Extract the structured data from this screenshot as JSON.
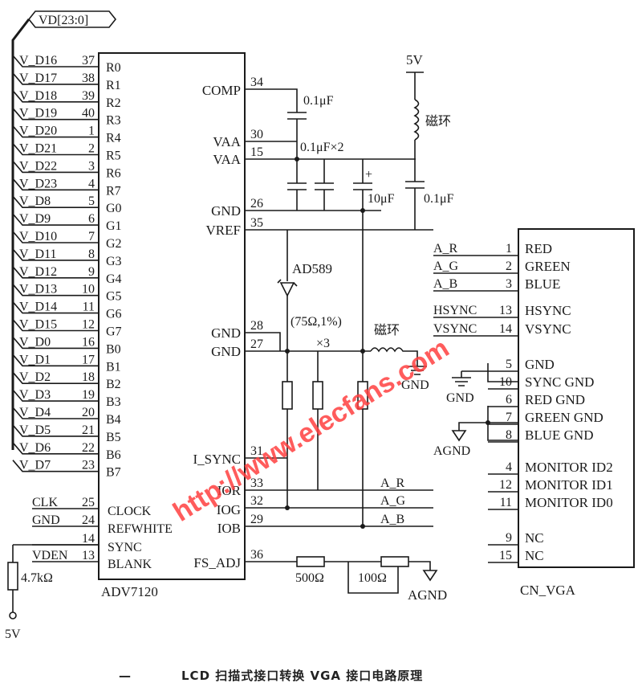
{
  "bus": {
    "label": "VD[23:0]"
  },
  "adv7120": {
    "name": "ADV7120",
    "left_pins": [
      {
        "net": "V_D16",
        "pin": "37",
        "name": "R0"
      },
      {
        "net": "V_D17",
        "pin": "38",
        "name": "R1"
      },
      {
        "net": "V_D18",
        "pin": "39",
        "name": "R2"
      },
      {
        "net": "V_D19",
        "pin": "40",
        "name": "R3"
      },
      {
        "net": "V_D20",
        "pin": "1",
        "name": "R4"
      },
      {
        "net": "V_D21",
        "pin": "2",
        "name": "R5"
      },
      {
        "net": "V_D22",
        "pin": "3",
        "name": "R6"
      },
      {
        "net": "V_D23",
        "pin": "4",
        "name": "R7"
      },
      {
        "net": "V_D8",
        "pin": "5",
        "name": "G0"
      },
      {
        "net": "V_D9",
        "pin": "6",
        "name": "G1"
      },
      {
        "net": "V_D10",
        "pin": "7",
        "name": "G2"
      },
      {
        "net": "V_D11",
        "pin": "8",
        "name": "G3"
      },
      {
        "net": "V_D12",
        "pin": "9",
        "name": "G4"
      },
      {
        "net": "V_D13",
        "pin": "10",
        "name": "G5"
      },
      {
        "net": "V_D14",
        "pin": "11",
        "name": "G6"
      },
      {
        "net": "V_D15",
        "pin": "12",
        "name": "G7"
      },
      {
        "net": "V_D0",
        "pin": "16",
        "name": "B0"
      },
      {
        "net": "V_D1",
        "pin": "17",
        "name": "B1"
      },
      {
        "net": "V_D2",
        "pin": "18",
        "name": "B2"
      },
      {
        "net": "V_D3",
        "pin": "19",
        "name": "B3"
      },
      {
        "net": "V_D4",
        "pin": "20",
        "name": "B4"
      },
      {
        "net": "V_D5",
        "pin": "21",
        "name": "B5"
      },
      {
        "net": "V_D6",
        "pin": "22",
        "name": "B6"
      },
      {
        "net": "V_D7",
        "pin": "23",
        "name": "B7"
      }
    ],
    "ctrl_pins": [
      {
        "net": "CLK",
        "pin": "25",
        "name": "CLOCK"
      },
      {
        "net": "GND",
        "pin": "24",
        "name": "REFWHITE"
      },
      {
        "net": "",
        "pin": "14",
        "name": "SYNC"
      },
      {
        "net": "VDEN",
        "pin": "13",
        "name": "BLANK"
      }
    ],
    "right_pins": [
      {
        "pin": "34",
        "name": "COMP"
      },
      {
        "pin": "30",
        "name": "VAA"
      },
      {
        "pin": "15",
        "name": "VAA"
      },
      {
        "pin": "26",
        "name": "GND"
      },
      {
        "pin": "35",
        "name": "VREF"
      },
      {
        "pin": "28",
        "name": "GND"
      },
      {
        "pin": "27",
        "name": "GND"
      },
      {
        "pin": "31",
        "name": "I_SYNC"
      },
      {
        "pin": "33",
        "name": "IOR"
      },
      {
        "pin": "32",
        "name": "IOG"
      },
      {
        "pin": "29",
        "name": "IOB"
      },
      {
        "pin": "36",
        "name": "FS_ADJ"
      }
    ]
  },
  "components": {
    "cap_comp": "0.1μF",
    "cap_vaa": "0.1μF×2",
    "cap_10u": "10μF",
    "cap_01u": "0.1μF",
    "supply_5v": "5V",
    "ferrite_top": "磁环",
    "ferrite_mid": "磁环",
    "ref": "AD589",
    "load_res": "(75Ω,1%)",
    "load_mult": "×3",
    "gnd_label": "GND",
    "r_500": "500Ω",
    "r_100": "100Ω",
    "agnd_bottom": "AGND",
    "pullup": "4.7kΩ",
    "pullup_supply": "5V",
    "plus": "+"
  },
  "analog_nets": [
    "A_R",
    "A_G",
    "A_B"
  ],
  "vga": {
    "name": "CN_VGA",
    "pins": [
      {
        "net": "A_R",
        "pin": "1",
        "name": "RED"
      },
      {
        "net": "A_G",
        "pin": "2",
        "name": "GREEN"
      },
      {
        "net": "A_B",
        "pin": "3",
        "name": "BLUE"
      },
      {
        "net": "HSYNC",
        "pin": "13",
        "name": "HSYNC"
      },
      {
        "net": "VSYNC",
        "pin": "14",
        "name": "VSYNC"
      },
      {
        "net": "",
        "pin": "5",
        "name": "GND"
      },
      {
        "net": "",
        "pin": "10",
        "name": "SYNC GND"
      },
      {
        "net": "",
        "pin": "6",
        "name": "RED GND"
      },
      {
        "net": "",
        "pin": "7",
        "name": "GREEN GND"
      },
      {
        "net": "",
        "pin": "8",
        "name": "BLUE GND"
      },
      {
        "net": "",
        "pin": "4",
        "name": "MONITOR ID2"
      },
      {
        "net": "",
        "pin": "12",
        "name": "MONITOR ID1"
      },
      {
        "net": "",
        "pin": "11",
        "name": "MONITOR ID0"
      },
      {
        "net": "",
        "pin": "9",
        "name": "NC"
      },
      {
        "net": "",
        "pin": "15",
        "name": "NC"
      }
    ],
    "gnd_label": "GND",
    "agnd_label": "AGND"
  },
  "watermark": "http://www.elecfans.com",
  "caption": {
    "dash": "—",
    "text": "LCD 扫描式接口转换 VGA 接口电路原理"
  }
}
